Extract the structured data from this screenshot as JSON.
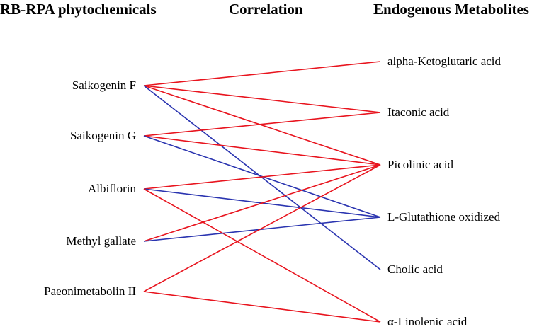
{
  "headers": {
    "left": "RB-RPA phytochemicals",
    "middle": "Correlation",
    "right": "Endogenous Metabolites"
  },
  "colors": {
    "positive": "#e8141e",
    "negative": "#2a34b0"
  },
  "phytochemicals": [
    "Saikogenin F",
    "Saikogenin G",
    "Albiflorin",
    "Methyl gallate",
    "Paeonimetabolin II"
  ],
  "metabolites": [
    "alpha-Ketoglutaric acid",
    "Itaconic acid",
    "Picolinic acid",
    "L-Glutathione oxidized",
    "Cholic acid",
    "α-Linolenic acid"
  ],
  "links": [
    {
      "from": "Saikogenin F",
      "to": "alpha-Ketoglutaric acid",
      "sign": "positive"
    },
    {
      "from": "Saikogenin F",
      "to": "Itaconic acid",
      "sign": "positive"
    },
    {
      "from": "Saikogenin F",
      "to": "Picolinic acid",
      "sign": "positive"
    },
    {
      "from": "Saikogenin F",
      "to": "Cholic acid",
      "sign": "negative"
    },
    {
      "from": "Saikogenin G",
      "to": "Itaconic acid",
      "sign": "positive"
    },
    {
      "from": "Saikogenin G",
      "to": "Picolinic acid",
      "sign": "positive"
    },
    {
      "from": "Saikogenin G",
      "to": "L-Glutathione oxidized",
      "sign": "negative"
    },
    {
      "from": "Albiflorin",
      "to": "Picolinic acid",
      "sign": "positive"
    },
    {
      "from": "Albiflorin",
      "to": "L-Glutathione oxidized",
      "sign": "negative"
    },
    {
      "from": "Albiflorin",
      "to": "α-Linolenic acid",
      "sign": "positive"
    },
    {
      "from": "Methyl gallate",
      "to": "Picolinic acid",
      "sign": "positive"
    },
    {
      "from": "Methyl gallate",
      "to": "L-Glutathione oxidized",
      "sign": "negative"
    },
    {
      "from": "Paeonimetabolin II",
      "to": "Picolinic acid",
      "sign": "positive"
    },
    {
      "from": "Paeonimetabolin II",
      "to": "α-Linolenic acid",
      "sign": "positive"
    }
  ]
}
